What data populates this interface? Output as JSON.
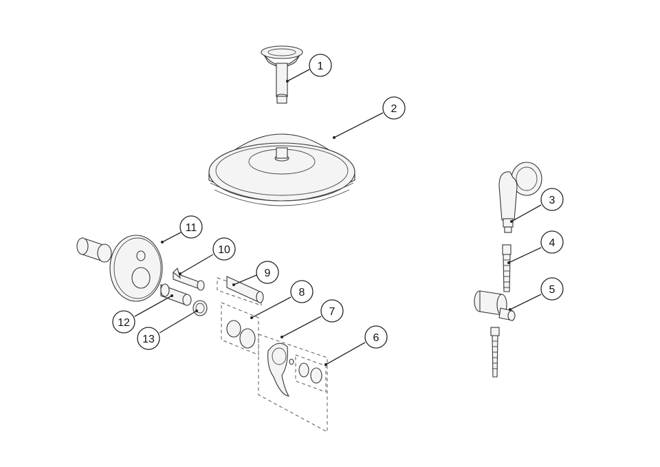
{
  "callouts": [
    {
      "number": "1"
    },
    {
      "number": "2"
    },
    {
      "number": "3"
    },
    {
      "number": "4"
    },
    {
      "number": "5"
    },
    {
      "number": "6"
    },
    {
      "number": "7"
    },
    {
      "number": "8"
    },
    {
      "number": "9"
    },
    {
      "number": "10"
    },
    {
      "number": "11"
    },
    {
      "number": "12"
    },
    {
      "number": "13"
    }
  ],
  "parts": [
    {
      "id": "ceiling-arm",
      "icon": "shower-arm-icon"
    },
    {
      "id": "overhead-shower-head",
      "icon": "shower-head-icon"
    },
    {
      "id": "hand-shower",
      "icon": "hand-shower-icon"
    },
    {
      "id": "shower-hose",
      "icon": "hose-icon"
    },
    {
      "id": "wall-outlet-holder",
      "icon": "wall-outlet-icon"
    },
    {
      "id": "seal-set",
      "icon": "seal-icon"
    },
    {
      "id": "lever-handle-set",
      "icon": "lever-icon"
    },
    {
      "id": "washer-set",
      "icon": "washer-icon"
    },
    {
      "id": "extension-sleeve",
      "icon": "sleeve-icon"
    },
    {
      "id": "diverter",
      "icon": "diverter-icon"
    },
    {
      "id": "escutcheon-plate",
      "icon": "plate-icon"
    },
    {
      "id": "cartridge",
      "icon": "cartridge-icon"
    },
    {
      "id": "nut",
      "icon": "nut-icon"
    }
  ]
}
